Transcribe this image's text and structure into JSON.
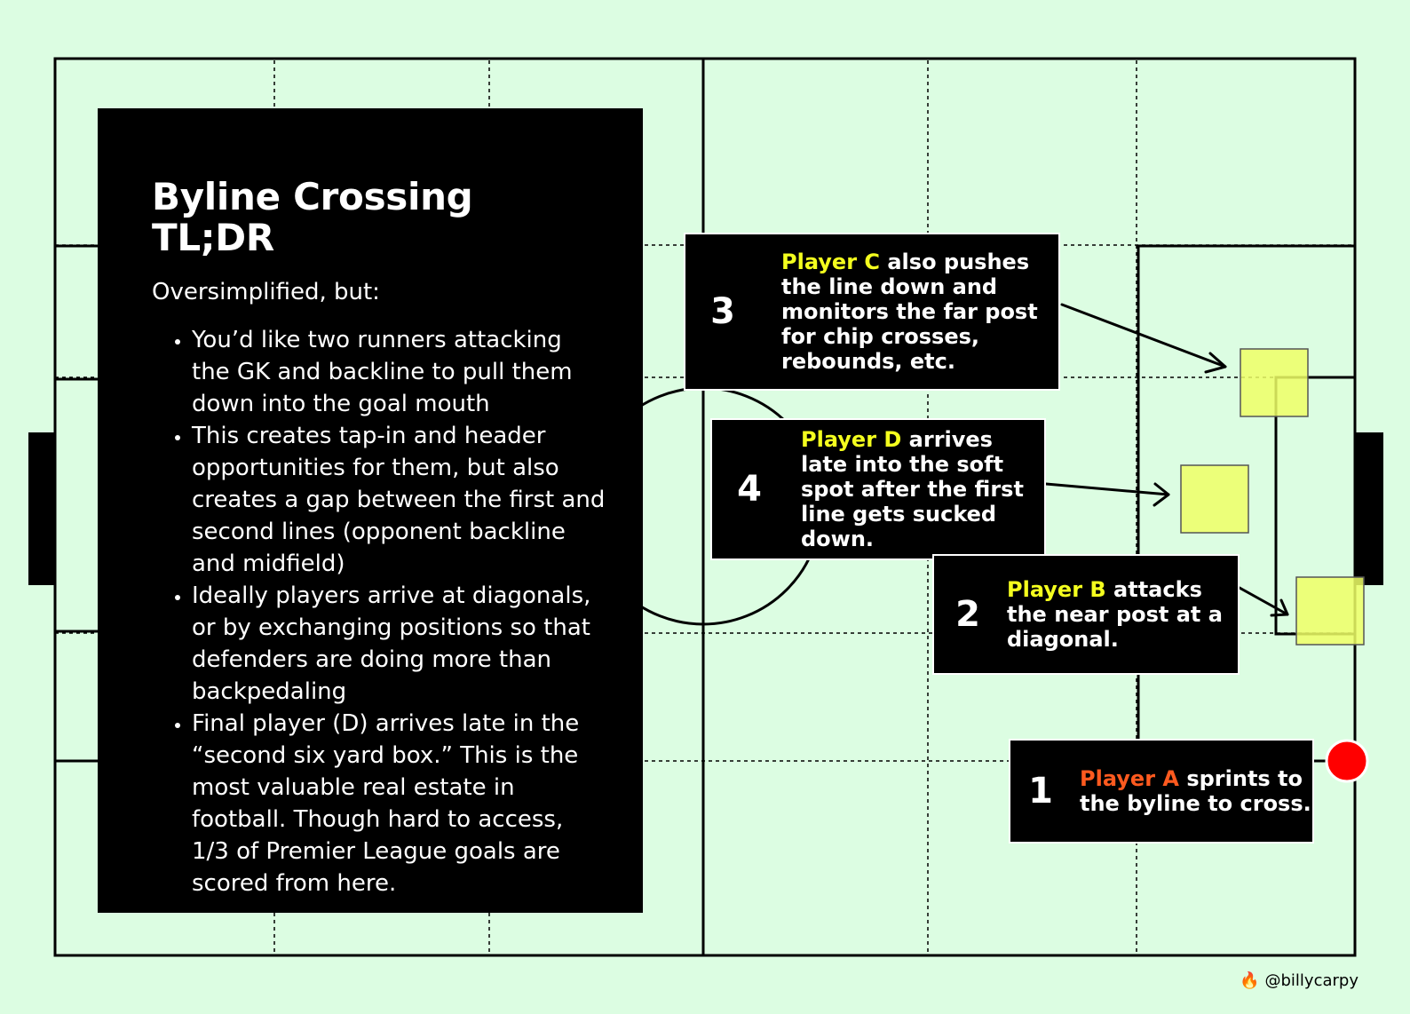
{
  "title": "Byline Crossing TL;DR",
  "intro": "Oversimplified, but:",
  "bullets": [
    "You’d like two runners attacking the GK and backline to pull them down into the goal mouth",
    "This creates tap-in and header opportunities for them, but also creates a gap between the first and second lines (opponent backline and midfield)",
    "Ideally players arrive at diagonals, or by exchanging positions so that defenders are doing more than backpedaling",
    "Final player (D) arrives late in the “second six yard box.” This is the most valuable real estate in football. Though hard to access, 1/3 of Premier League goals are scored from here."
  ],
  "callouts": {
    "c3": {
      "num": "3",
      "player": "Player C",
      "rest": " also pushes the line down and monitors the far post for chip crosses, rebounds, etc."
    },
    "c4": {
      "num": "4",
      "player": "Player D",
      "rest": " arrives late into the soft spot after the first line gets sucked down."
    },
    "c2": {
      "num": "2",
      "player": "Player B",
      "rest": " attacks the near post at a diagonal."
    },
    "c1": {
      "num": "1",
      "player": "Player A",
      "rest": " sprints to the byline to cross."
    }
  },
  "colors": {
    "background": "#dcfde2",
    "panel": "#000000",
    "highlight_yellow": "#f4ff1e",
    "highlight_orange": "#ff5a1f",
    "player_square": "#eeff66",
    "ball": "#ff0000"
  },
  "credit": {
    "icon": "fire-icon",
    "handle": "@billycarpy"
  }
}
